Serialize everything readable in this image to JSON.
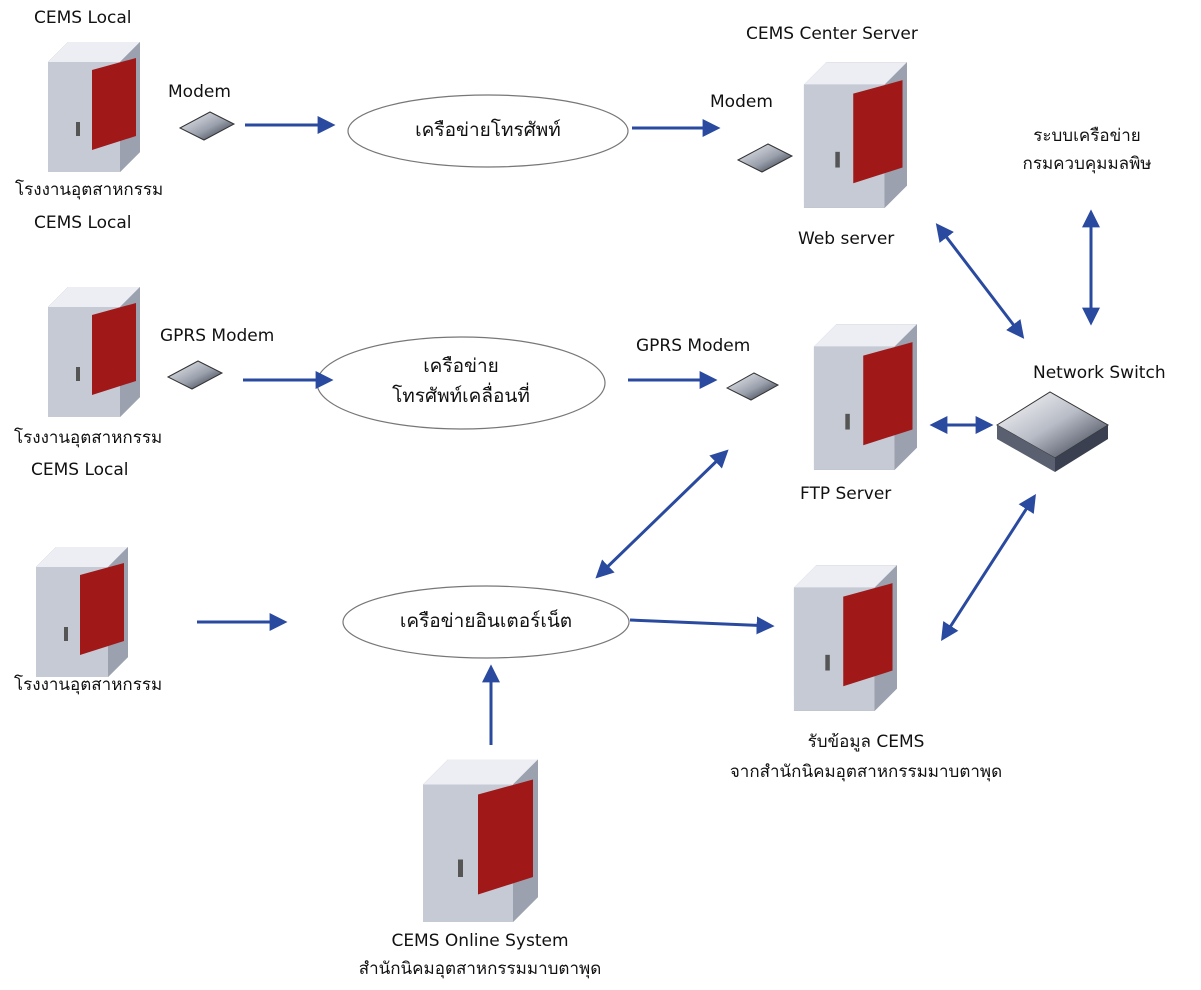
{
  "colors": {
    "arrow": "#2a4aa0",
    "screen": "#a01818",
    "body_light": "#eceef4",
    "body_mid": "#c6cad4",
    "body_dark": "#8a909e",
    "ellipse_stroke": "#777777"
  },
  "nodes": {
    "local1": {
      "title": "CEMS Local",
      "modem": "Modem",
      "caption1": "โรงงานอุตสาหกรรม",
      "caption2": "CEMS Local"
    },
    "local2": {
      "modem": "GPRS Modem",
      "caption1": "โรงงานอุตสาหกรรม",
      "caption2": "CEMS Local"
    },
    "factory3": {
      "caption": "โรงงานอุตสาหกรรม"
    },
    "online": {
      "line1": "CEMS Online System",
      "line2": "สำนักนิคมอุตสาหกรรมมาบตาพุด"
    },
    "center": {
      "title": "CEMS Center Server",
      "modem": "Modem",
      "caption": "Web server"
    },
    "ftp": {
      "modem": "GPRS Modem",
      "caption": "FTP Server"
    },
    "receiver": {
      "line1": "รับข้อมูล CEMS",
      "line2": "จากสำนักนิคมอุตสาหกรรมมาบตาพุด"
    },
    "switch": {
      "caption": "Network Switch"
    },
    "dept": {
      "line1": "ระบบเครือข่าย",
      "line2": "กรมควบคุมมลพิษ"
    }
  },
  "clouds": {
    "phone": "เครือข่ายโทรศัพท์",
    "mobile_line1": "เครือข่าย",
    "mobile_line2": "โทรศัพท์เคลื่อนที่",
    "internet": "เครือข่ายอินเตอร์เน็ต"
  },
  "icons": {
    "server": "server-tower-icon",
    "modem": "modem-icon",
    "switch": "network-switch-icon"
  }
}
